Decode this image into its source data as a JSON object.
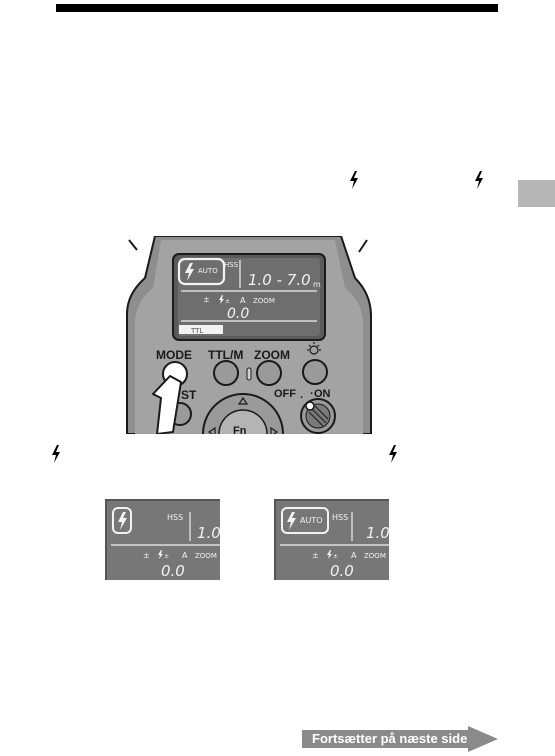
{
  "main_lcd": {
    "flash_mode_tag": "AUTO",
    "hss": "HSS",
    "range": "1.0 - 7.0",
    "range_unit": "m",
    "comp_symbol": "±",
    "auto": "A",
    "zoom": "ZOOM",
    "comp_value": "0.0",
    "ttl": "TTL"
  },
  "buttons": {
    "mode": "MODE",
    "ttl_m": "TTL/M",
    "zoom": "ZOOM",
    "test": "ST",
    "off": "OFF",
    "on": "ON",
    "fn": "Fn"
  },
  "crop_left": {
    "hss": "HSS",
    "range": "1.0",
    "auto": "A",
    "zoom": "ZOOM",
    "comp_value": "0.0"
  },
  "crop_right": {
    "flash_mode_tag": "AUTO",
    "hss": "HSS",
    "range": "1.0",
    "auto": "A",
    "zoom": "ZOOM",
    "comp_value": "0.0"
  },
  "footer": {
    "continue_label": "Fortsætter på næste side"
  },
  "icons": [
    "flash-bolt-icon",
    "light-icon",
    "press-hand-icon",
    "continue-arrow-icon"
  ]
}
